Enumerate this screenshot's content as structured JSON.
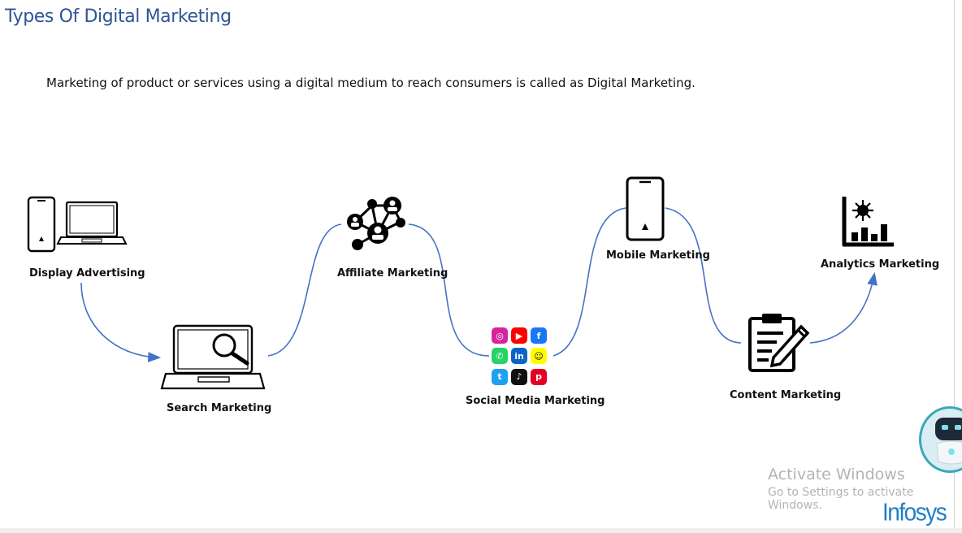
{
  "slide": {
    "title": "Types Of Digital Marketing",
    "subtitle": "Marketing of product or services using a digital medium to reach consumers is called as Digital Marketing."
  },
  "types": [
    {
      "label": "Display Advertising",
      "icon": "devices-icon"
    },
    {
      "label": "Search Marketing",
      "icon": "laptop-search-icon"
    },
    {
      "label": "Affiliate Marketing",
      "icon": "network-people-icon"
    },
    {
      "label": "Social Media Marketing",
      "icon": "social-apps-icon"
    },
    {
      "label": "Mobile Marketing",
      "icon": "smartphone-icon"
    },
    {
      "label": "Content Marketing",
      "icon": "clipboard-pencil-icon"
    },
    {
      "label": "Analytics Marketing",
      "icon": "analytics-chart-icon"
    }
  ],
  "social_icons": [
    {
      "name": "instagram",
      "glyph": "◎",
      "color": "#d6249f"
    },
    {
      "name": "youtube",
      "glyph": "▶",
      "color": "#ff0000"
    },
    {
      "name": "facebook",
      "glyph": "f",
      "color": "#1877f2"
    },
    {
      "name": "whatsapp",
      "glyph": "✆",
      "color": "#25d366"
    },
    {
      "name": "linkedin",
      "glyph": "in",
      "color": "#0a66c2"
    },
    {
      "name": "snapchat",
      "glyph": "☺",
      "color": "#fffc00"
    },
    {
      "name": "twitter",
      "glyph": "t",
      "color": "#1da1f2"
    },
    {
      "name": "tiktok",
      "glyph": "♪",
      "color": "#111111"
    },
    {
      "name": "pinterest",
      "glyph": "p",
      "color": "#e60023"
    }
  ],
  "watermark": {
    "title": "Activate Windows",
    "subtitle": "Go to Settings to activate Windows."
  },
  "brand": {
    "logo_text": "Infosys"
  },
  "colors": {
    "title": "#2f5597",
    "connector": "#4472c4",
    "brand": "#1f7fc4"
  }
}
